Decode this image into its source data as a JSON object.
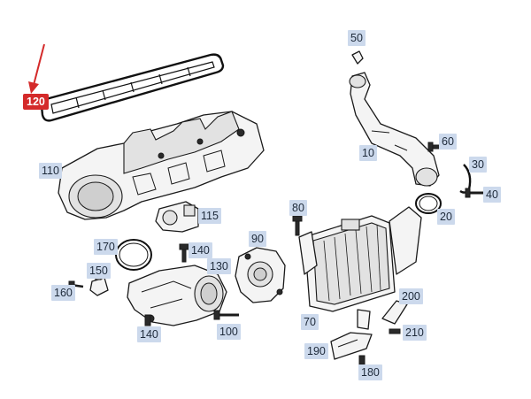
{
  "callouts": {
    "c10": "10",
    "c20": "20",
    "c30": "30",
    "c40": "40",
    "c50": "50",
    "c60": "60",
    "c70": "70",
    "c80": "80",
    "c90": "90",
    "c100": "100",
    "c110": "110",
    "c115": "115",
    "c120": "120",
    "c130": "130",
    "c140a": "140",
    "c140b": "140",
    "c150": "150",
    "c160": "160",
    "c170": "170",
    "c180": "180",
    "c190": "190",
    "c200": "200",
    "c210": "210"
  },
  "highlight": {
    "part": "120",
    "color": "#d42a2a"
  },
  "colors": {
    "callout_bg": "#ccd9ec",
    "line": "#1a1a1a"
  }
}
